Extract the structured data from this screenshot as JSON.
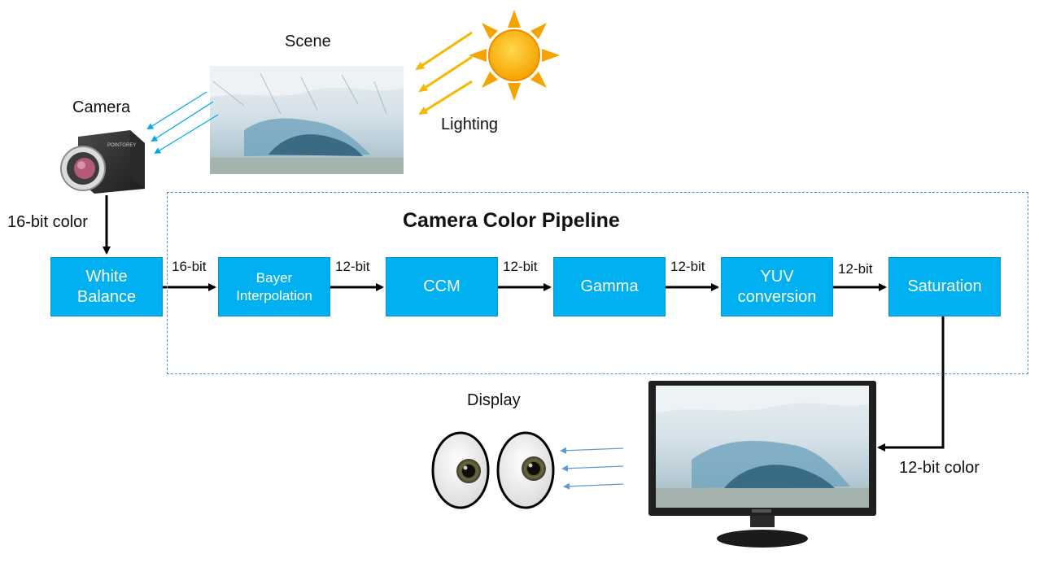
{
  "title": "Camera Color Pipeline",
  "labels": {
    "scene": "Scene",
    "camera": "Camera",
    "lighting": "Lighting",
    "display": "Display",
    "camera_output": "16-bit color",
    "display_input": "12-bit color"
  },
  "stages": [
    {
      "id": "white-balance",
      "label": "White\nBalance"
    },
    {
      "id": "bayer-interpolation",
      "label": "Bayer\nInterpolation"
    },
    {
      "id": "ccm",
      "label": "CCM"
    },
    {
      "id": "gamma",
      "label": "Gamma"
    },
    {
      "id": "yuv-conversion",
      "label": "YUV\nconversion"
    },
    {
      "id": "saturation",
      "label": "Saturation"
    }
  ],
  "edges": [
    {
      "from": "white-balance",
      "to": "bayer-interpolation",
      "label": "16-bit"
    },
    {
      "from": "bayer-interpolation",
      "to": "ccm",
      "label": "12-bit"
    },
    {
      "from": "ccm",
      "to": "gamma",
      "label": "12-bit"
    },
    {
      "from": "gamma",
      "to": "yuv-conversion",
      "label": "12-bit"
    },
    {
      "from": "yuv-conversion",
      "to": "saturation",
      "label": "12-bit"
    }
  ],
  "camera_brand_text": "POINTGREY",
  "colors": {
    "box_fill": "#00b0f0",
    "box_text": "#ffffff",
    "light_arrow": "#f5b800",
    "camera_arrow": "#00a8e8",
    "eye_arrow": "#5b9bd5",
    "frame_border": "#4f8fc4"
  }
}
